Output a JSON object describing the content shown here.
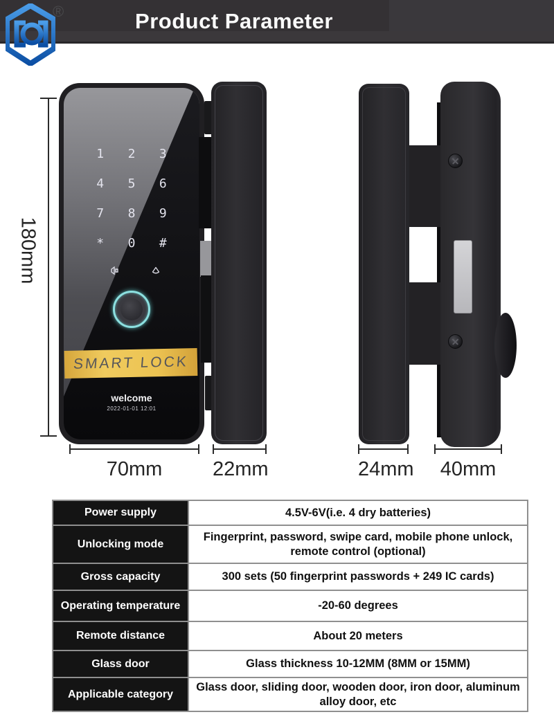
{
  "header": {
    "title": "Product Parameter",
    "registered_mark": "®"
  },
  "dimensions": {
    "height": "180mm",
    "front_width": "70mm",
    "front_depth": "22mm",
    "back_width": "24mm",
    "back_depth": "40mm"
  },
  "front_lock": {
    "keypad": [
      "1",
      "2",
      "3",
      "4",
      "5",
      "6",
      "7",
      "8",
      "9",
      "*",
      "0",
      "#"
    ],
    "brand_plate": "SMART LOCK",
    "screen_welcome": "welcome",
    "screen_datetime": "2022-01-01 12:01"
  },
  "spec_table": {
    "rows": [
      {
        "label": "Power supply",
        "value": "4.5V-6V(i.e. 4 dry batteries)"
      },
      {
        "label": "Unlocking mode",
        "value": "Fingerprint, password, swipe card, mobile phone unlock, remote control (optional)"
      },
      {
        "label": "Gross capacity",
        "value": "300 sets (50 fingerprint passwords + 249 IC cards)"
      },
      {
        "label": "Operating temperature",
        "value": "-20-60 degrees"
      },
      {
        "label": "Remote distance",
        "value": "About 20 meters"
      },
      {
        "label": "Glass door",
        "value": "Glass thickness 10-12MM (8MM or 15MM)"
      },
      {
        "label": "Applicable category",
        "value": "Glass door, sliding door, wooden door, iron door, aluminum alloy door, etc"
      }
    ]
  },
  "colors": {
    "banner": "#343134",
    "plate_gold": "#ecc24f",
    "fingerprint_ring": "#8ce0e0",
    "table_header_bg": "#141414"
  }
}
